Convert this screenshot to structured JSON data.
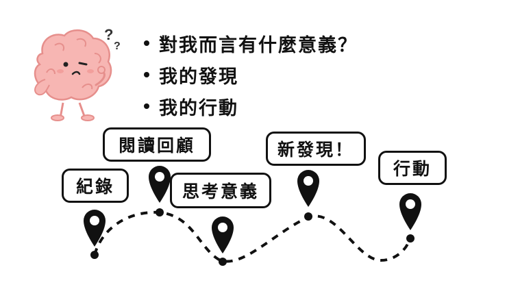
{
  "bullets": [
    {
      "text": "對我而言有什麼意義？"
    },
    {
      "text": "我的發現"
    },
    {
      "text": "我的行動"
    }
  ],
  "path_labels": [
    {
      "text": "紀錄"
    },
    {
      "text": "閱讀回顧"
    },
    {
      "text": "思考意義"
    },
    {
      "text": "新發現！"
    },
    {
      "text": "行動"
    }
  ],
  "icons": {
    "character": "thinking-brain-icon",
    "question_marks": "question-marks-icon",
    "pin": "map-pin-icon"
  },
  "colors": {
    "brain": "#f7b6b3",
    "brain_outline": "#e68f8c",
    "ink": "#111111"
  }
}
